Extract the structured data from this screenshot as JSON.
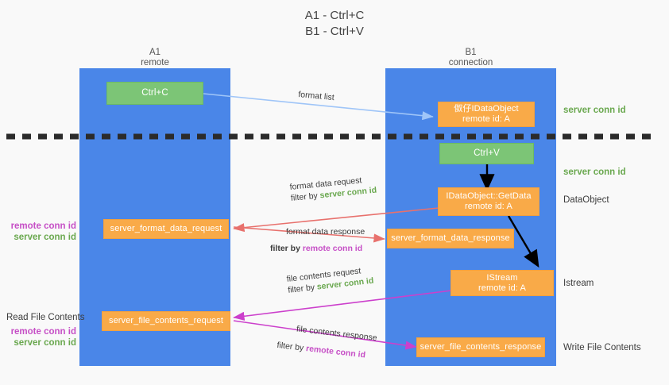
{
  "title": {
    "line1": "A1 - Ctrl+C",
    "line2": "B1 - Ctrl+V"
  },
  "lanes": [
    {
      "name": "A1",
      "sub": "remote"
    },
    {
      "name": "B1",
      "sub": "connection"
    }
  ],
  "boxes": {
    "ctrl_c": "Ctrl+C",
    "ctrl_v": "Ctrl+V",
    "idataobject_top_l1": "伮仔IDataObject",
    "idataobject_top_l2": "remote id: A",
    "getdata_l1": "IDataObject::GetData",
    "getdata_l2": "remote id: A",
    "istream_l1": "IStream",
    "istream_l2": "remote id: A",
    "server_format_data_request": "server_format_data_request",
    "server_format_data_response": "server_format_data_response",
    "server_file_contents_request": "server_file_contents_request",
    "server_file_contents_response": "server_file_contents_response"
  },
  "edges": {
    "format_list": "format list",
    "format_data_request": "format data request",
    "format_data_request_filter_prefix": "filter by ",
    "format_data_request_filter_key": "server conn id",
    "format_data_response": "format data response",
    "format_data_response_filter_prefix": "filter by ",
    "format_data_response_filter_key": "remote conn id",
    "file_contents_request": "file contents request",
    "file_contents_request_filter_prefix": "filter by ",
    "file_contents_request_filter_key": "server conn id",
    "file_contents_response": "file contents response",
    "file_contents_response_filter_prefix": "filter by ",
    "file_contents_response_filter_key": "remote conn id"
  },
  "right_labels": {
    "server_conn_id_top": "server conn id",
    "server_conn_id_second": "server conn id",
    "dataobject": "DataObject",
    "istream": "Istream",
    "write_file_contents": "Write File Contents"
  },
  "left_labels": {
    "remote_conn_id_1": "remote conn id",
    "server_conn_id_1": "server conn id",
    "read_file_contents": "Read File Contents",
    "remote_conn_id_2": "remote conn id",
    "server_conn_id_2": "server conn id"
  },
  "colors": {
    "lane": "#4a86e8",
    "green_box": "#7cc576",
    "orange_box": "#f9aa48",
    "server_conn_id": "#6aa84f",
    "remote_conn_id": "#c64fc6",
    "arrow_blue": "#9fc5f8",
    "arrow_red": "#e8716d",
    "arrow_magenta": "#cc40cc",
    "arrow_black": "#000000",
    "divider": "#2b2b2b",
    "background": "#f9f9f9"
  }
}
